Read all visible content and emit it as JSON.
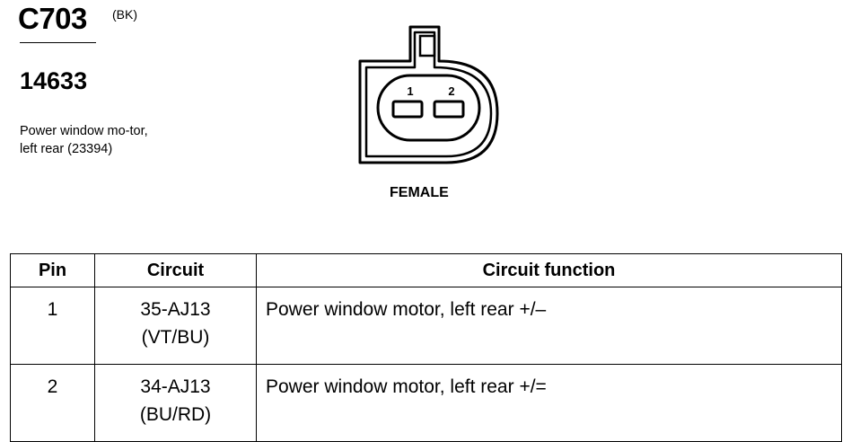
{
  "connector": {
    "id": "C703",
    "color_code": "(BK)",
    "part_number": "14633",
    "description": "Power window mo-tor, left rear (23394)",
    "gender": "FEMALE",
    "pins": [
      "1",
      "2"
    ]
  },
  "table": {
    "headers": {
      "pin": "Pin",
      "circuit": "Circuit",
      "function": "Circuit function"
    },
    "rows": [
      {
        "pin": "1",
        "circuit": "35-AJ13",
        "color": "(VT/BU)",
        "function": "Power window motor, left rear  +/–"
      },
      {
        "pin": "2",
        "circuit": "34-AJ13",
        "color": "(BU/RD)",
        "function": "Power window motor, left rear  +/="
      }
    ]
  }
}
